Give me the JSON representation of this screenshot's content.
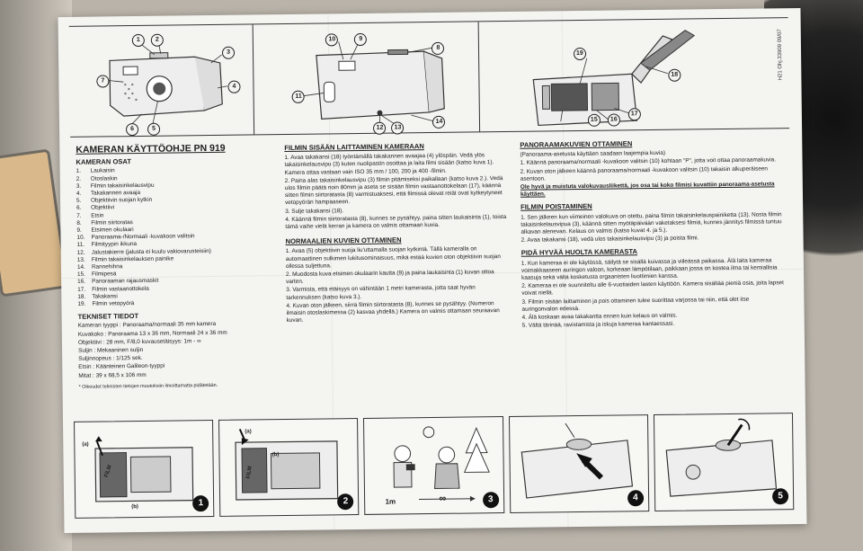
{
  "callouts": {
    "panel1": [
      "1",
      "2",
      "3",
      "4",
      "5",
      "6",
      "7"
    ],
    "panel2": [
      "10",
      "9",
      "8",
      "11",
      "12",
      "13",
      "14"
    ],
    "panel3": [
      "19",
      "18",
      "15",
      "16",
      "17"
    ]
  },
  "model_code": "H21 Ohj.33909 09/07",
  "col1": {
    "title": "KAMERAN KÄYTTÖOHJE PN 919",
    "parts_title": "KAMERAN OSAT",
    "parts": [
      {
        "n": "1.",
        "t": "Laukaisin"
      },
      {
        "n": "2.",
        "t": "Otoslaskin"
      },
      {
        "n": "3.",
        "t": "Filmin takaisinkelausvipu"
      },
      {
        "n": "4.",
        "t": "Takakannen avaaja"
      },
      {
        "n": "5.",
        "t": "Objektiivin suojan kytkin"
      },
      {
        "n": "6.",
        "t": "Objektiivi"
      },
      {
        "n": "7.",
        "t": "Etsin"
      },
      {
        "n": "8.",
        "t": "Filmin siirtoratas"
      },
      {
        "n": "9.",
        "t": "Etsimen okulaari"
      },
      {
        "n": "10.",
        "t": "Panoraama-/Normaali -kuvakoon valitsin"
      },
      {
        "n": "11.",
        "t": "Filmityypin ikkuna"
      },
      {
        "n": "12.",
        "t": "Jalustakierre (jalusta ei kuulu vakiovarusteisiin)"
      },
      {
        "n": "13.",
        "t": "Filmin takaisinkelauksen painike"
      },
      {
        "n": "14.",
        "t": "Rannehihna"
      },
      {
        "n": "15.",
        "t": "Filmipesä"
      },
      {
        "n": "16.",
        "t": "Panoraaman rajausmaskit"
      },
      {
        "n": "17.",
        "t": "Filmin vastaanottokela"
      },
      {
        "n": "18.",
        "t": "Takakansi"
      },
      {
        "n": "19.",
        "t": "Filmin vetopyörä"
      }
    ],
    "tech_title": "TEKNISET TIEDOT",
    "tech": [
      "Kameran tyyppi : Panoraama/normaali 35 mm kamera",
      "Kuvakoko : Panoraama 13 x 36 mm, Normaali 24 x 36 mm",
      "Objektiivi : 28 mm, F/8,0 kuvausetäisyys: 1m - ∞",
      "Suljin : Mekaaninen suljin",
      "Suljinnopeus : 1/125 sek.",
      "Etsin : Käänteinen Galileon-tyyppi",
      "Mitat : 39 x 68,5 x 106 mm"
    ],
    "note": "* Oikeudet teknisten tietojen muutoksiin ilmoittamatta pidätetään."
  },
  "col2": {
    "title1": "FILMIN SISÄÄN LAITTAMINEN KAMERAAN",
    "paras1": [
      "1. Avaa takakansi (18) työntämällä takakannen avaajaa (4) ylöspäin. Vedä ylös takaisinkelausvipu (3) kuten nuolipastin osoittaa ja laita filmi sisään (katso kuva 1). Kamera ottaa vastaan vain ISO 35 mm / 100, 200 ja 400 -filmin.",
      "2. Paina alas takaisinkelausvipu (3) filmin pitämiseksi paikallaan (katso kuva 2.). Vedä ulos filmin päätä noin 80mm ja aseta se sisään filmin vastaanottokelaan (17), käännä sitten filmin siirtoratasta (8) varmistuaksesi, että filmissä olevat reiät ovat kytkeytyneet vetopyörän hampaaseen.",
      "3. Sulje takakansi (18).",
      "4. Käännä filmin siirtoratasta (8), kunnes se pysähtyy, paina sitten laukaisinta (1), toista tämä vaihe vielä kerran ja kamera on valmis ottamaan kuvia."
    ],
    "title2": "NORMAALIEN KUVIEN OTTAMINEN",
    "paras2": [
      "1. Avaa (5) objektiivin suoja liu'uttamalla suojan kytkintä. Tällä kameralla on automaattinen sulkimen lukitusominaisuus, mikä estää kuvien oton objektiivin suojan ollessa suljettuna.",
      "2. Muodosta kuva etsimen okulaarin kautta (9) ja paina laukaisinta (1) kuvan ottoa varten.",
      "3. Varmista, että etäisyys on vähintään 1 metri kamerasta, jotta saat hyvän tarkennuksen (katso kuva 3.).",
      "4. Kuvan oton jälkeen, siirrä filmin siirtoratasta (8), kunnes se pysähtyy. (Numeron ilmaisin otoslaskimessa (2) kasvaa yhdellä.) Kamera on valmis ottamaan seuraavan kuvan."
    ]
  },
  "col3": {
    "title1": "PANORAAMAKUVIEN OTTAMINEN",
    "paras1": [
      "(Panoraama-asetusta käyttäen saadaan laajempia kuvia)",
      "1. Käännä panoraama/normaali -kuvakoon valitsin (10) kohtaan \"P\", jotta voit ottaa panoraamakuvia.",
      "2. Kuvan oton jälkeen käännä panoraama/normaali -kuvakoon valitsin (10) takaisin alkuperäiseen asentoon."
    ],
    "warning": "Ole hyvä ja muistuta valokuvausliikettä, jos osa tai koko filmisi kuvattiin panoraama-asetusta käyttäen.",
    "title2": "FILMIN POISTAMINEN",
    "paras2": [
      "1. Sen jälkeen kun viimeinen valokuva on otettu, paina filmin takaisinkelauspainiketta (13). Nosta filmin takaisinkelausvipua (3), käännä sitten myötäpäivään vaketaksesi filmiä, kunnes jännitys filmissä tuntuu alkavan alenevan. Kelaus on valmis (katso kuvat 4. ja 5.).",
      "2. Avaa takakansi (18), vedä ulos takaisinkelausvipu (3) ja poista filmi."
    ],
    "title3": "PIDÄ HYVÄÄ HUOLTA KAMERASTA",
    "paras3": [
      "1. Kun kameraa ei ole käytössä, säilytä se sisällä kuivassa ja viileässä paikassa. Älä laita kameraa voimakkaaseen auringon valoon, korkeaan lämpötilaan, paikkaan jossa on kostea ilma tai kemiallisia kaasuja sekä vältä kosketusta orgaanisten liuottimien kanssa.",
      "2. Kameraa ei ole suunniteltu alle 6-vuotiaiden lasten käyttöön. Kamera sisältää pieniä osia, joita lapset voivat niellä.",
      "3. Filmin sisään laittaminen ja pois ottaminen tulee suorittaa varjossa tai niin, että olet itse auringonvalon edessä.",
      "4. Älä koskaan avaa takakantta ennen kuin kelaus on valmis.",
      "5. Vältä tärinää, ravistamista ja iskuja kameraa kantaessasi."
    ]
  },
  "steps": [
    {
      "num": "1",
      "labels": [
        "(a)",
        "FILM",
        "(b)"
      ]
    },
    {
      "num": "2",
      "labels": [
        "(a)",
        "FILM",
        "(b)"
      ]
    },
    {
      "num": "3",
      "labels": [
        "1m",
        "∞"
      ]
    },
    {
      "num": "4",
      "labels": []
    },
    {
      "num": "5",
      "labels": []
    }
  ]
}
